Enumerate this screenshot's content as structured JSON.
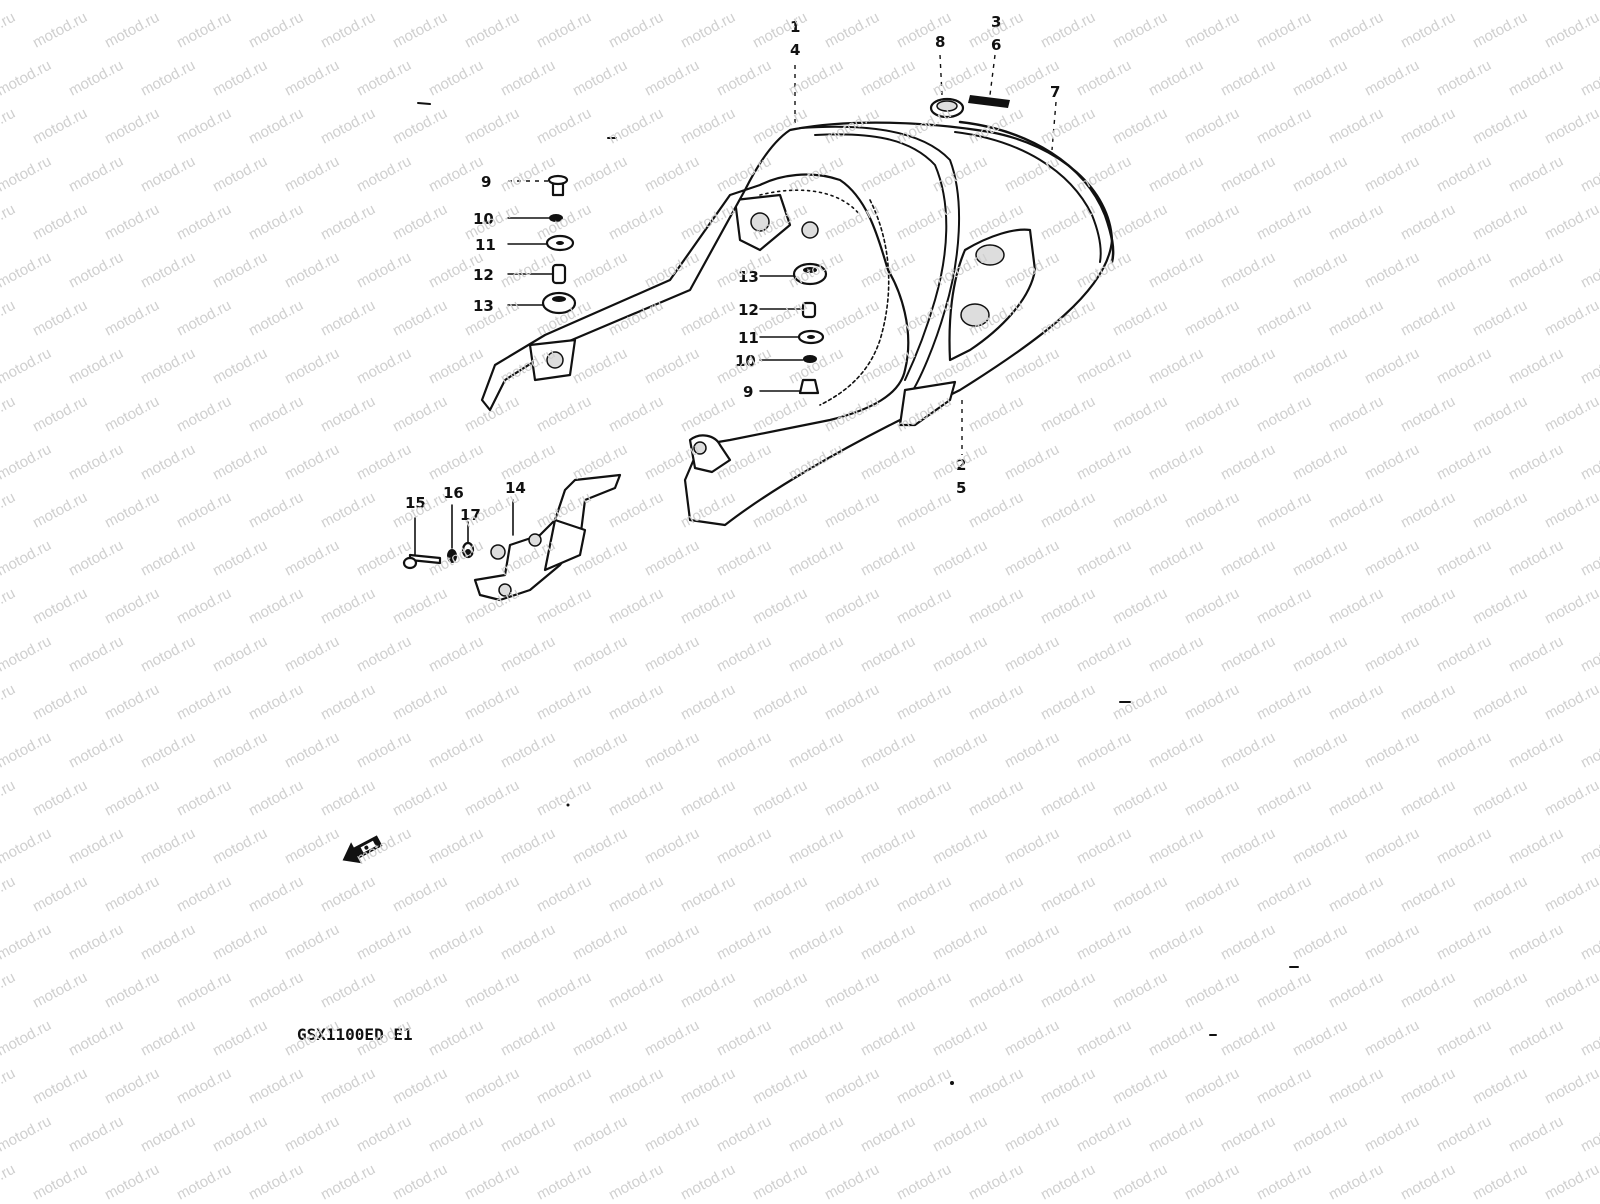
{
  "watermark": {
    "text": "motod.ru",
    "color": "#cfcfcf"
  },
  "diagram": {
    "model_code": "GSX1100ED E1",
    "front_arrow_icon": "front-direction-arrow-icon",
    "callouts": [
      {
        "id": "c1",
        "text": "1"
      },
      {
        "id": "c4",
        "text": "4"
      },
      {
        "id": "c8",
        "text": "8"
      },
      {
        "id": "c3",
        "text": "3"
      },
      {
        "id": "c6",
        "text": "6"
      },
      {
        "id": "c7",
        "text": "7"
      },
      {
        "id": "c9a",
        "text": "9"
      },
      {
        "id": "c10a",
        "text": "10"
      },
      {
        "id": "c11a",
        "text": "11"
      },
      {
        "id": "c12a",
        "text": "12"
      },
      {
        "id": "c13a",
        "text": "13"
      },
      {
        "id": "c13b",
        "text": "13"
      },
      {
        "id": "c12b",
        "text": "12"
      },
      {
        "id": "c11b",
        "text": "11"
      },
      {
        "id": "c10b",
        "text": "10"
      },
      {
        "id": "c9b",
        "text": "9"
      },
      {
        "id": "c2",
        "text": "2"
      },
      {
        "id": "c5",
        "text": "5"
      },
      {
        "id": "c15",
        "text": "15"
      },
      {
        "id": "c16",
        "text": "16"
      },
      {
        "id": "c17",
        "text": "17"
      },
      {
        "id": "c14",
        "text": "14"
      }
    ]
  }
}
